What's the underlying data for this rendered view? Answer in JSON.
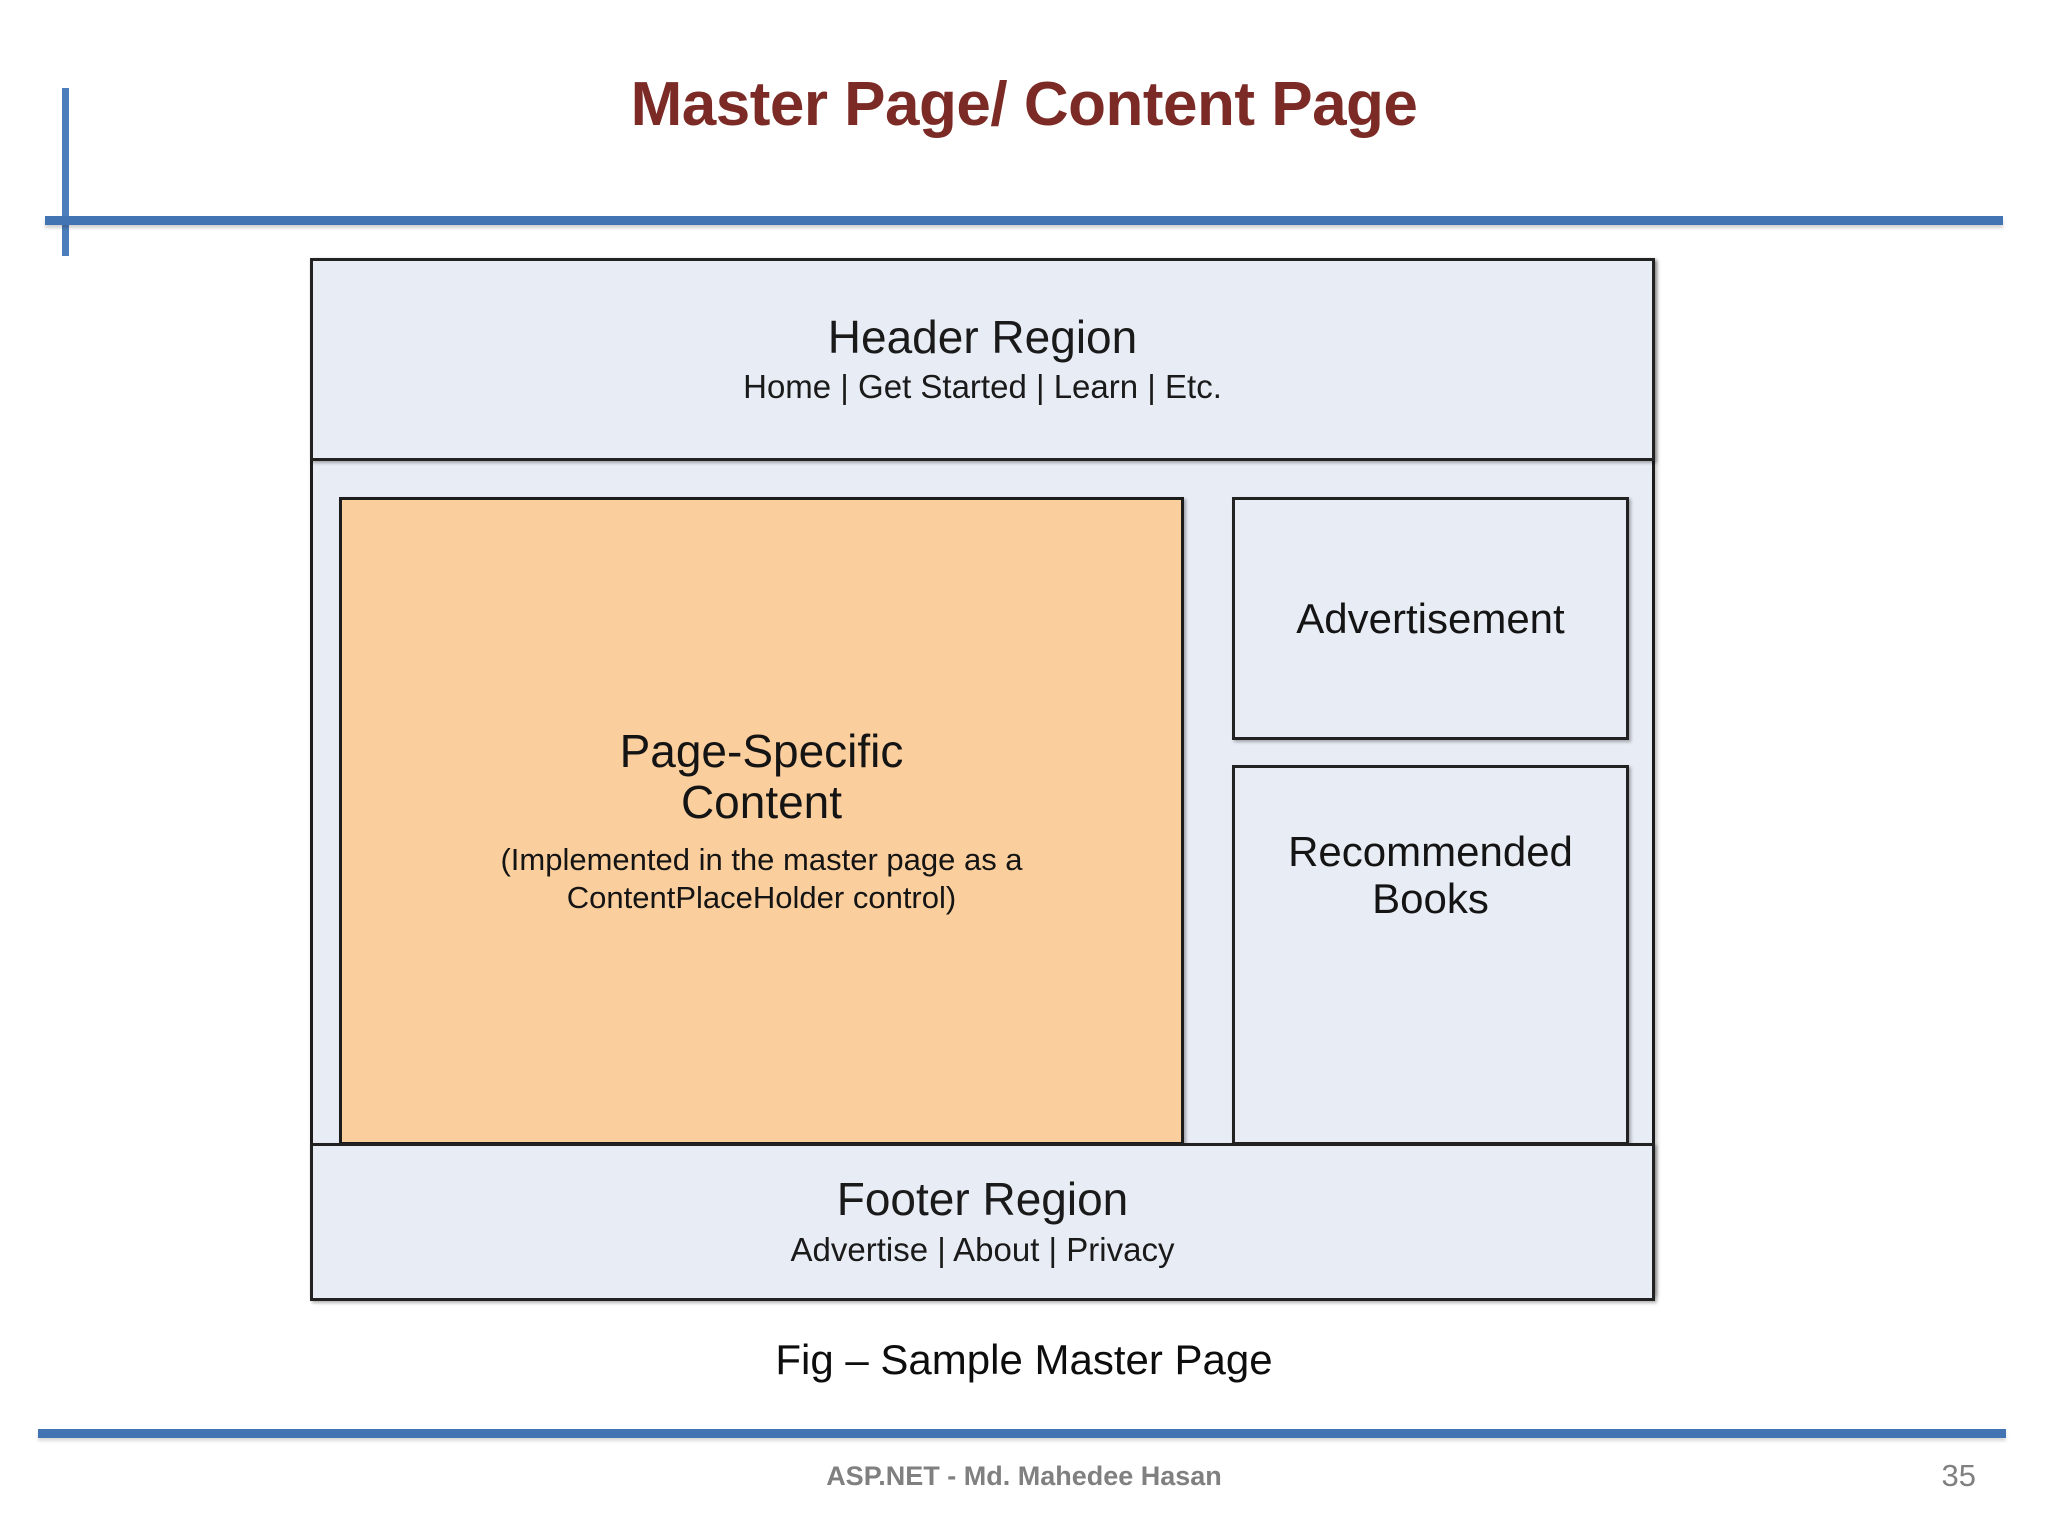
{
  "slide": {
    "title": "Master Page/ Content Page",
    "caption": "Fig – Sample Master Page",
    "footer_text": "ASP.NET - Md. Mahedee Hasan",
    "page_number": "35"
  },
  "colors": {
    "title": "#7B2A25",
    "accent_rule": "#4273B2",
    "region_fill": "#E8ECF5",
    "content_fill": "#FACE9D",
    "border": "#1C1C1C",
    "footer_text": "#808080"
  },
  "diagram": {
    "header_region": {
      "title": "Header Region",
      "links": "Home | Get Started | Learn | Etc."
    },
    "content_main": {
      "title_line1": "Page-Specific",
      "title_line2": "Content",
      "note_line1": "(Implemented in the master page as a",
      "note_line2": "ContentPlaceHolder control)"
    },
    "sidebar": {
      "advertisement": "Advertisement",
      "recommended_line1": "Recommended",
      "recommended_line2": "Books"
    },
    "footer_region": {
      "title": "Footer Region",
      "links": "Advertise | About | Privacy"
    }
  }
}
